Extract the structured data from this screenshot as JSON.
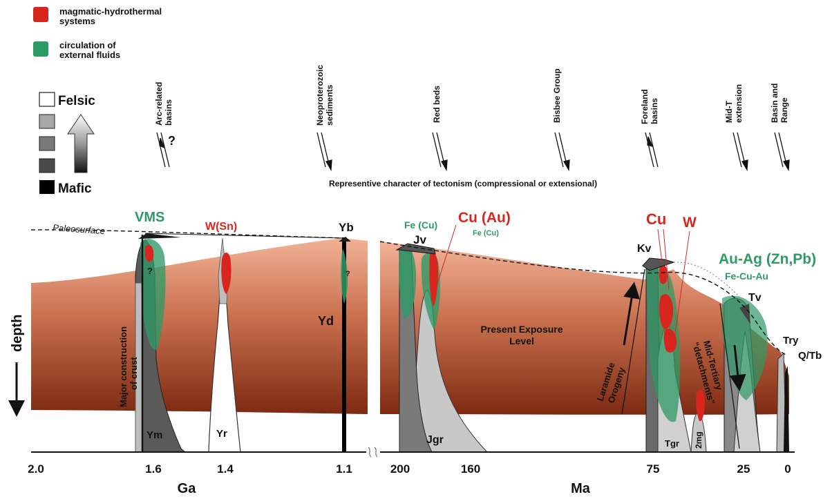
{
  "legend": {
    "magmatic_line1": "magmatic-hydrothermal",
    "magmatic_line2": "systems",
    "circulation_line1": "circulation of",
    "circulation_line2": "external fluids",
    "felsic": "Felsic",
    "mafic": "Mafic",
    "color_magmatic": "#d7261e",
    "color_external": "#2e9a66"
  },
  "tectonic": {
    "events": [
      {
        "line1": "Arc-related",
        "line2": "basins"
      },
      {
        "line1": "Neoproterozoic",
        "line2": "sediments"
      },
      {
        "line1": "Red beds",
        "line2": ""
      },
      {
        "line1": "Bisbee Group",
        "line2": ""
      },
      {
        "line1": "Foreland",
        "line2": "basins"
      },
      {
        "line1": "Mid-T",
        "line2": "extension"
      },
      {
        "line1": "Basin and",
        "line2": "Range"
      }
    ],
    "question": "?",
    "caption": "Representive character of tectonism (compressional or extensional)"
  },
  "labels": {
    "vms": "VMS",
    "wsn": "W(Sn)",
    "yb": "Yb",
    "yd": "Yd",
    "q_small": "?",
    "fe_cu_green": "Fe (Cu)",
    "cu_au": "Cu (Au)",
    "fe_cu_small": "Fe (Cu)",
    "jv": "Jv",
    "cu": "Cu",
    "w": "W",
    "kv": "Kv",
    "au_ag": "Au-Ag (Zn,Pb)",
    "fe_cu_au": "Fe-Cu-Au",
    "tv": "Tv",
    "try": "Try",
    "qtb": "Q/Tb",
    "paleosurface": "Paleosurface",
    "major1": "Major construction",
    "major2": "of crust",
    "present1": "Present Exposure",
    "present2": "Level",
    "laramide1": "Laramide",
    "laramide2": "Orogeny",
    "midtert1": "Mid-Tertiary",
    "midtert2": "“detachments”",
    "ym": "Ym",
    "yr": "Yr",
    "jgr": "Jgr",
    "tgr": "Tgr",
    "mg": "2mg",
    "depth": "depth"
  },
  "axis": {
    "ticks_ga": [
      "2.0",
      "1.6",
      "1.4",
      "1.1"
    ],
    "ticks_ma": [
      "200",
      "160",
      "75",
      "25",
      "0"
    ],
    "unit_ga": "Ga",
    "unit_ma": "Ma"
  }
}
